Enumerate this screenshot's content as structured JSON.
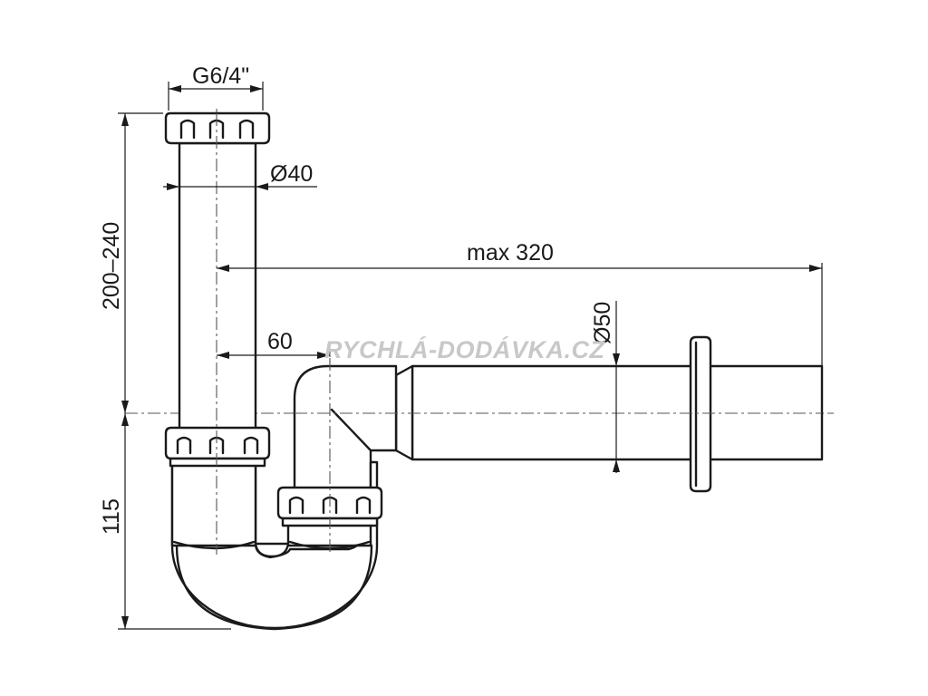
{
  "dimensions": {
    "thread": "G6/4\"",
    "inlet_diameter": "Ø40",
    "height_range": "200–240",
    "max_length": "max 320",
    "offset": "60",
    "outlet_diameter": "Ø50",
    "trap_depth": "115"
  },
  "watermark": "RYCHLÁ-DODÁVKA.CZ",
  "colors": {
    "line": "#1a1a1a",
    "centerline": "#555555",
    "watermark": "#c8c8c8"
  }
}
